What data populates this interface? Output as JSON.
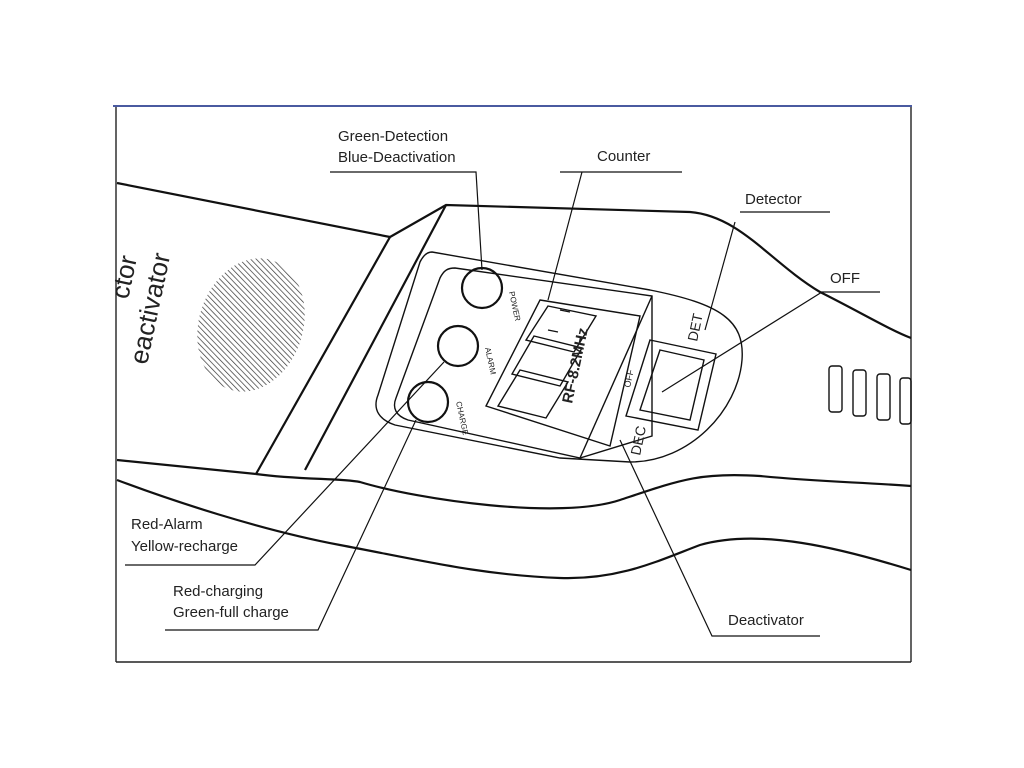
{
  "device": {
    "brand_line1": "ctor",
    "brand_line2": "eactivator",
    "button_power": "POWER",
    "button_alarm": "ALARM",
    "button_charge": "CHARGE",
    "frequency": "RF-8.2MHz",
    "switch_det": "DET",
    "switch_off": "OFF",
    "switch_dec": "DEC"
  },
  "callouts": {
    "power_light": [
      "Green-Detection",
      "Blue-Deactivation"
    ],
    "counter": "Counter",
    "detector": "Detector",
    "off": "OFF",
    "alarm_light": [
      "Red-Alarm",
      "Yellow-recharge"
    ],
    "charge_light": [
      "Red-charging",
      "Green-full charge"
    ],
    "deactivator": "Deactivator"
  },
  "colors": {
    "frame_top": "#4a5aa0",
    "stroke": "#111111"
  }
}
